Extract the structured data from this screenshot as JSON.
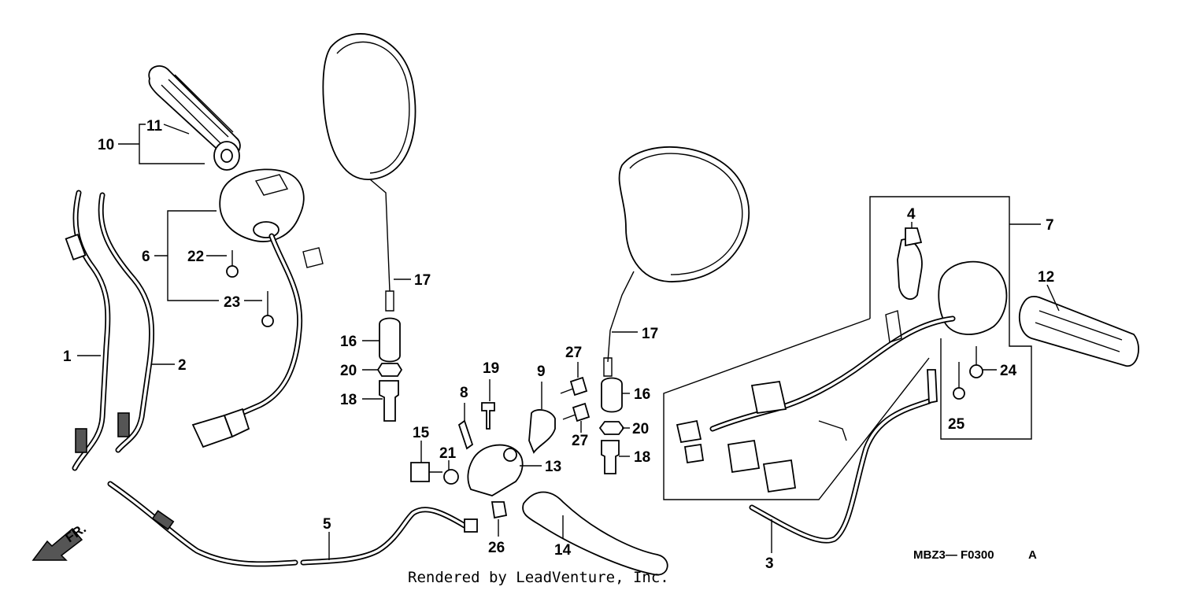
{
  "diagram": {
    "callouts": [
      {
        "id": "c1",
        "text": "1"
      },
      {
        "id": "c2",
        "text": "2"
      },
      {
        "id": "c3",
        "text": "3"
      },
      {
        "id": "c4",
        "text": "4"
      },
      {
        "id": "c5",
        "text": "5"
      },
      {
        "id": "c6",
        "text": "6"
      },
      {
        "id": "c7",
        "text": "7"
      },
      {
        "id": "c8",
        "text": "8"
      },
      {
        "id": "c9",
        "text": "9"
      },
      {
        "id": "c10",
        "text": "10"
      },
      {
        "id": "c11",
        "text": "11"
      },
      {
        "id": "c12",
        "text": "12"
      },
      {
        "id": "c13",
        "text": "13"
      },
      {
        "id": "c14",
        "text": "14"
      },
      {
        "id": "c15",
        "text": "15"
      },
      {
        "id": "c16a",
        "text": "16"
      },
      {
        "id": "c16b",
        "text": "16"
      },
      {
        "id": "c17a",
        "text": "17"
      },
      {
        "id": "c17b",
        "text": "17"
      },
      {
        "id": "c18a",
        "text": "18"
      },
      {
        "id": "c18b",
        "text": "18"
      },
      {
        "id": "c19",
        "text": "19"
      },
      {
        "id": "c20a",
        "text": "20"
      },
      {
        "id": "c20b",
        "text": "20"
      },
      {
        "id": "c21",
        "text": "21"
      },
      {
        "id": "c22",
        "text": "22"
      },
      {
        "id": "c23",
        "text": "23"
      },
      {
        "id": "c24",
        "text": "24"
      },
      {
        "id": "c25",
        "text": "25"
      },
      {
        "id": "c26",
        "text": "26"
      },
      {
        "id": "c27a",
        "text": "27"
      },
      {
        "id": "c27b",
        "text": "27"
      }
    ],
    "front_marker": "FR.",
    "diagram_code": "MBZ3— F0300",
    "diagram_code_suffix": "A",
    "credit": "Rendered by LeadVenture, Inc."
  }
}
